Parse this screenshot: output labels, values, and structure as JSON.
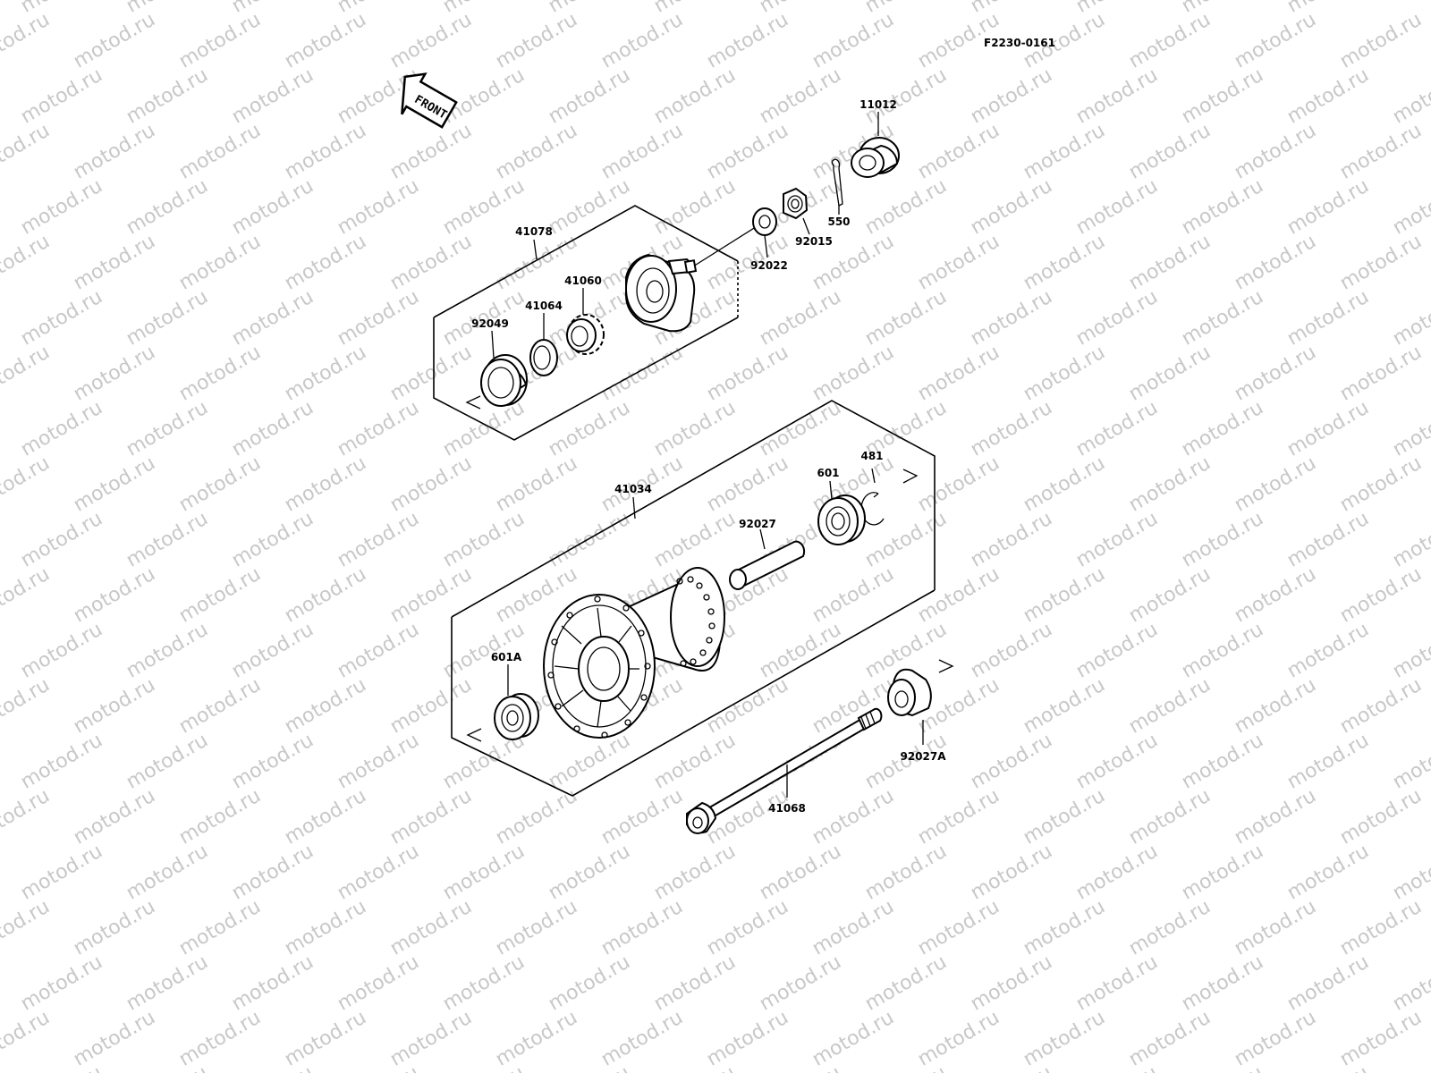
{
  "figure_code": "F2230-0161",
  "watermark": "motod.ru",
  "front_arrow": {
    "text": "FRONT",
    "icon": "front-direction-arrow-icon"
  },
  "parts": {
    "p11012": "11012",
    "p550": "550",
    "p92015": "92015",
    "p92022": "92022",
    "p41078": "41078",
    "p41060": "41060",
    "p41064": "41064",
    "p92049": "92049",
    "p41034": "41034",
    "p601": "601",
    "p481": "481",
    "p92027": "92027",
    "p601A": "601A",
    "p92027A": "92027A",
    "p41068": "41068"
  }
}
